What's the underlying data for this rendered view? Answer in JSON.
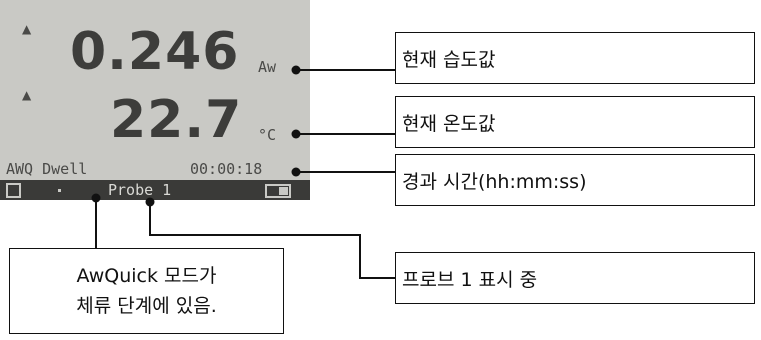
{
  "device_display": {
    "water_activity": "0.246",
    "water_activity_unit": "Aw",
    "temperature": "22.7",
    "temperature_unit": "°C",
    "mode_label": "AWQ Dwell",
    "elapsed_time": "00:00:18",
    "probe_label": "Probe 1"
  },
  "callouts": {
    "current_humidity": "현재 습도값",
    "current_temperature": "현재 온도값",
    "elapsed_time": "경과 시간(hh:mm:ss)",
    "probe_display": "프로브 1 표시 중"
  },
  "mode_note": {
    "line1": "AwQuick 모드가",
    "line2": "체류 단계에 있음."
  }
}
